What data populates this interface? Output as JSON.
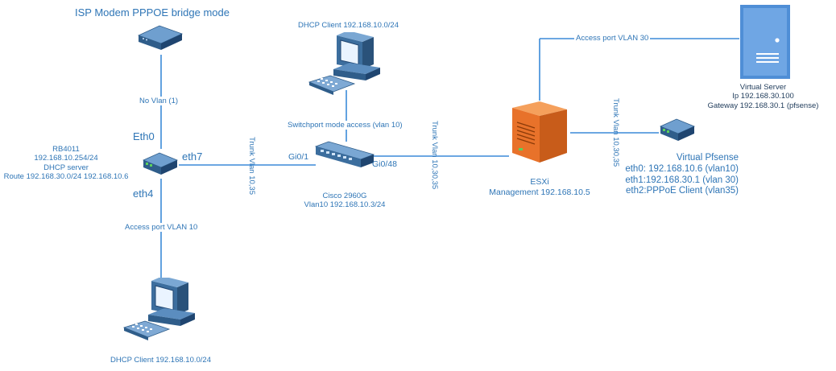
{
  "modem": {
    "title": "ISP Modem PPPOE bridge mode"
  },
  "links": {
    "modem_router": "No Vlan (1)",
    "router_switch": "Trunk Vlan 10,35",
    "router_client": "Access port VLAN 10",
    "switch_client": "Switchport mode access (vlan 10)",
    "switch_esxi": "Trunk Vlan 10,30,35",
    "esxi_server": "Access port VLAN 30",
    "esxi_pfsense": "Trunk Vlan 10,30,35"
  },
  "router": {
    "name": "RB4011",
    "ip": "192.168.10.254/24",
    "service": "DHCP server",
    "route": "Route 192.168.30.0/24 192.168.10.6",
    "port_eth0": "Eth0",
    "port_eth7": "eth7",
    "port_eth4": "eth4"
  },
  "switch": {
    "name": "Cisco 2960G",
    "vlan": "Vlan10 192.168.10.3/24",
    "port_in": "Gi0/1",
    "port_out": "Gi0/48"
  },
  "client_top": {
    "label": "DHCP Client 192.168.10.0/24"
  },
  "client_bottom": {
    "label": "DHCP Client 192.168.10.0/24"
  },
  "esxi": {
    "name": "ESXi",
    "mgmt": "Management 192.168.10.5"
  },
  "server": {
    "name": "Virtual Server",
    "ip": "Ip 192.168.30.100",
    "gateway": "Gateway 192.168.30.1 (pfsense)"
  },
  "pfsense": {
    "name": "Virtual Pfsense",
    "eth0": "eth0: 192.168.10.6 (vlan10)",
    "eth1": "eth1:192.168.30.1 (vlan 30)",
    "eth2": "eth2:PPPoE Client (vlan35)"
  },
  "colors": {
    "line": "#3b8ad9",
    "text": "#2e75b6",
    "device_blue": "#3c6e9e",
    "esxi_orange": "#e8722a",
    "server_blue": "#4f8ed6"
  }
}
